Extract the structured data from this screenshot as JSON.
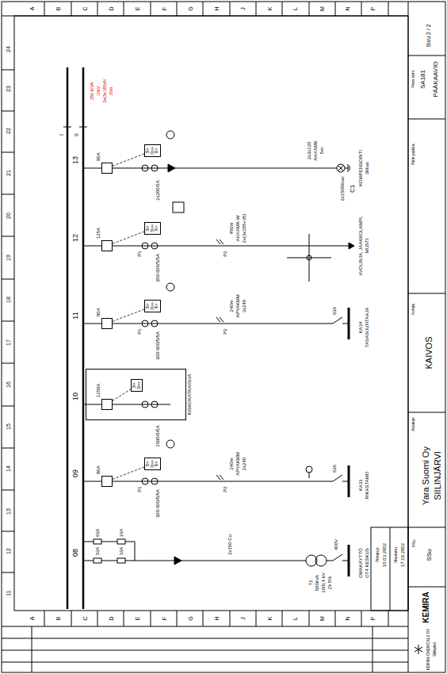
{
  "diagram": {
    "nodes": [
      {
        "text": [
          "3I> 3I>> I0>"
        ]
      },
      {
        "text": [
          "80A"
        ]
      },
      {
        "text": [
          "3I> 3I>> I0>"
        ]
      },
      {
        "text": [
          "125A"
        ]
      },
      {
        "text": [
          "3I> 3I>> I0>"
        ]
      },
      {
        "text": [
          "80A"
        ]
      },
      {
        "text": [
          "KISKOKATKAISIJA"
        ]
      },
      {
        "text": [
          "1250A"
        ],
        "in": 6
      },
      {
        "text": [
          "3I> 3I>>"
        ],
        "in": 6
      },
      {
        "text": [
          "3I> 3I>> I0>"
        ]
      },
      {
        "text": [
          "80A"
        ]
      }
    ],
    "edges": [
      {
        "from": 1,
        "to": 0,
        "arrow": "none"
      },
      {
        "from": 3,
        "to": 2,
        "arrow": "none"
      },
      {
        "from": 5,
        "to": 4,
        "arrow": "none"
      },
      {
        "from": 7,
        "to": 8,
        "arrow": "none"
      },
      {
        "from": 10,
        "to": 9,
        "arrow": "none"
      }
    ],
    "labels": [
      "A",
      "B",
      "C",
      "D",
      "E",
      "F",
      "G",
      "H",
      "J",
      "K",
      "L",
      "M",
      "N",
      "P",
      "A",
      "B",
      "C",
      "D",
      "E",
      "F",
      "G",
      "H",
      "J",
      "K",
      "L",
      "M",
      "N",
      "P",
      "24",
      "23",
      "22",
      "21",
      "20",
      "19",
      "18",
      "17",
      "16",
      "15",
      "14",
      "13",
      "12",
      "11",
      "I",
      "II",
      "250 MVA",
      "10kV",
      "3x(3x185)Al",
      "20m",
      "13",
      "12",
      "11",
      "10",
      "09",
      "08",
      "2x200/5A",
      "2x3x120",
      "AHXAMK",
      "5m",
      "2x1500kvar",
      "C1",
      "KOMPENSOINTI",
      "3Mvar",
      "P1",
      "300-600/5/5A",
      "P2",
      "450m",
      "AHXAMK-W",
      "2x(3x185+35)",
      "AVOLINJA, JAAKKOLAMPI,",
      "MUSTI",
      "P1",
      "300-600/5/5A",
      "P2",
      "240m",
      "APYAKMM",
      "3x240",
      "63A",
      "KA34",
      "TASASUUNTAAJA",
      "1500/5/5A",
      "P1",
      "300-600/5/5A",
      "P2",
      "240m",
      "APYAKMM",
      "2x240",
      "63A",
      "KA33",
      "RIKASTAMO",
      "63A",
      "16A",
      "63A",
      "16A",
      "2x150 Cu",
      "T2",
      "500kVA",
      "10/0,4 kV",
      "Zk 5%",
      "400V",
      "OMAKÄYTTÖ",
      "OT4 KESKUS",
      "Sivu 2 / 2",
      "Piirin nimi",
      "SA181",
      "PÄÄKAAVIO",
      "Piirin paikka",
      "Kohde",
      "KAIVOS",
      "Asiakas",
      "Yara Suomi Oy",
      "SIILINJÄRVI",
      "PRo.",
      "SSu",
      "Piirtänyt",
      "10.03.2002",
      "Muutettu",
      "17.10.2002",
      "KEMIRA",
      "KEMIRA CHEMICALS OY",
      "Siilinjärvi"
    ]
  }
}
